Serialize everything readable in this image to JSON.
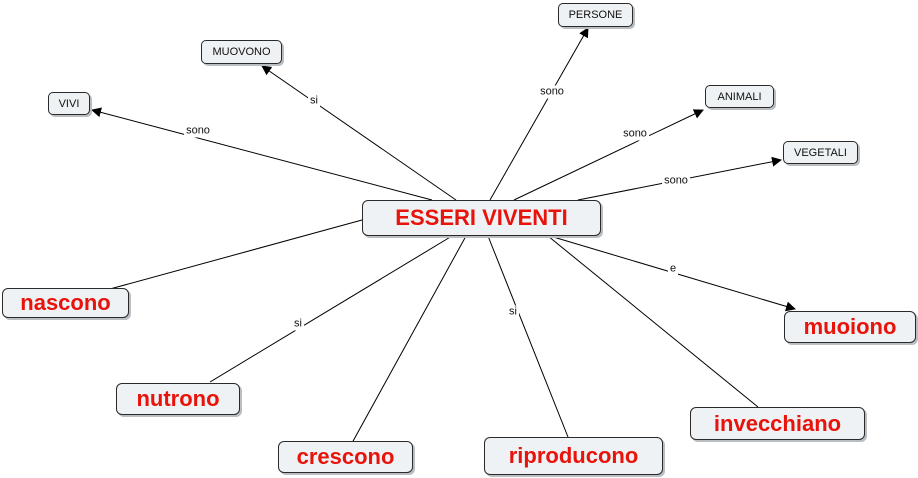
{
  "central": {
    "label": "ESSERI VIVENTI"
  },
  "concepts": {
    "persone": "PERSONE",
    "muovono": "MUOVONO",
    "animali": "ANIMALI",
    "vivi": "VIVI",
    "vegetali": "VEGETALI",
    "nascono": "nascono",
    "muoiono": "muoiono",
    "nutrono": "nutrono",
    "invecchiano": "invecchiano",
    "crescono": "crescono",
    "riproducono": "riproducono"
  },
  "link_labels": {
    "to_persone": "sono",
    "to_muovono": "si",
    "to_animali": "sono",
    "to_vivi": "sono",
    "to_vegetali": "sono",
    "to_muoiono": "e",
    "to_nutrono": "si",
    "to_riproducono": "si"
  },
  "colors": {
    "highlight_text": "#e8130b",
    "node_fill": "#eef2f4",
    "node_border": "#2a2a2a",
    "line": "#000000"
  }
}
